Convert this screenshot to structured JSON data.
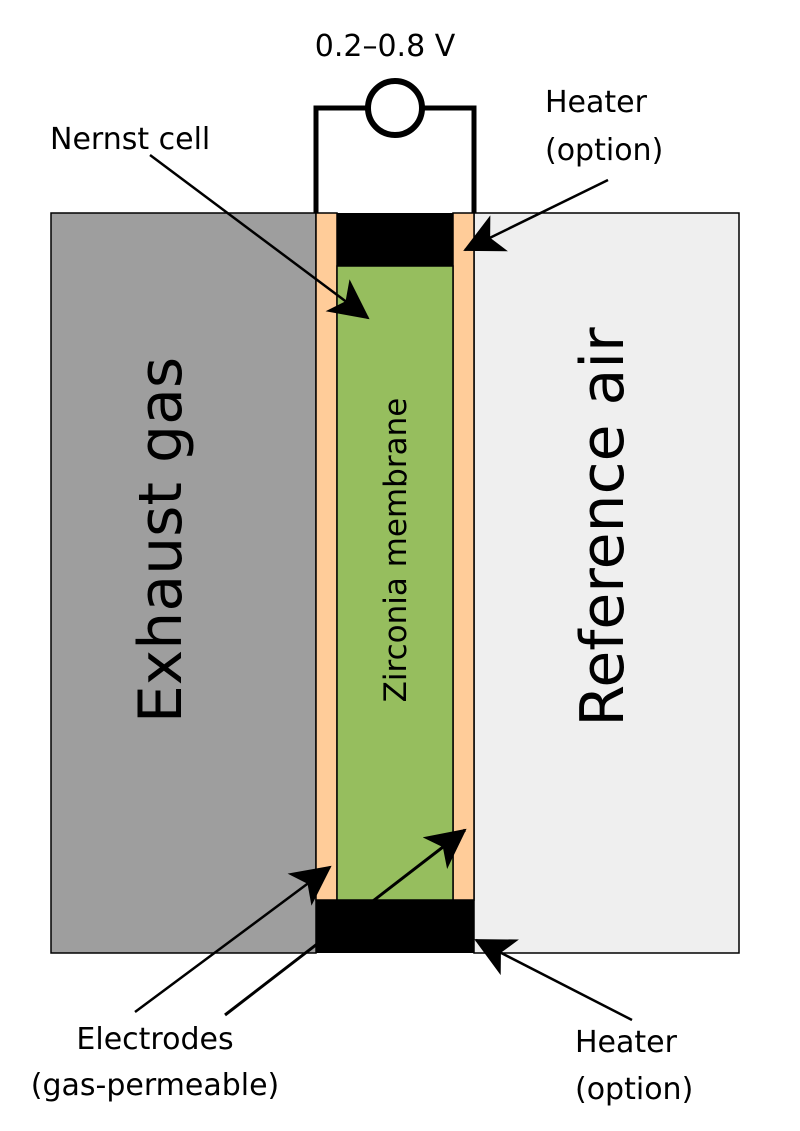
{
  "voltage_label": "0.2–0.8 V",
  "nernst_label": "Nernst cell",
  "heater_top": {
    "line1": "Heater",
    "line2": "(option)"
  },
  "heater_bottom": {
    "line1": "Heater",
    "line2": "(option)"
  },
  "exhaust_label": "Exhaust gas",
  "reference_label": "Reference air",
  "membrane_label": "Zirconia membrane",
  "electrodes": {
    "line1": "Electrodes",
    "line2": "(gas-permeable)"
  },
  "colors": {
    "exhaust": "#9e9e9e",
    "reference": "#efefef",
    "electrode": "#ffcc99",
    "membrane": "#96be5e",
    "heater": "#000000"
  }
}
